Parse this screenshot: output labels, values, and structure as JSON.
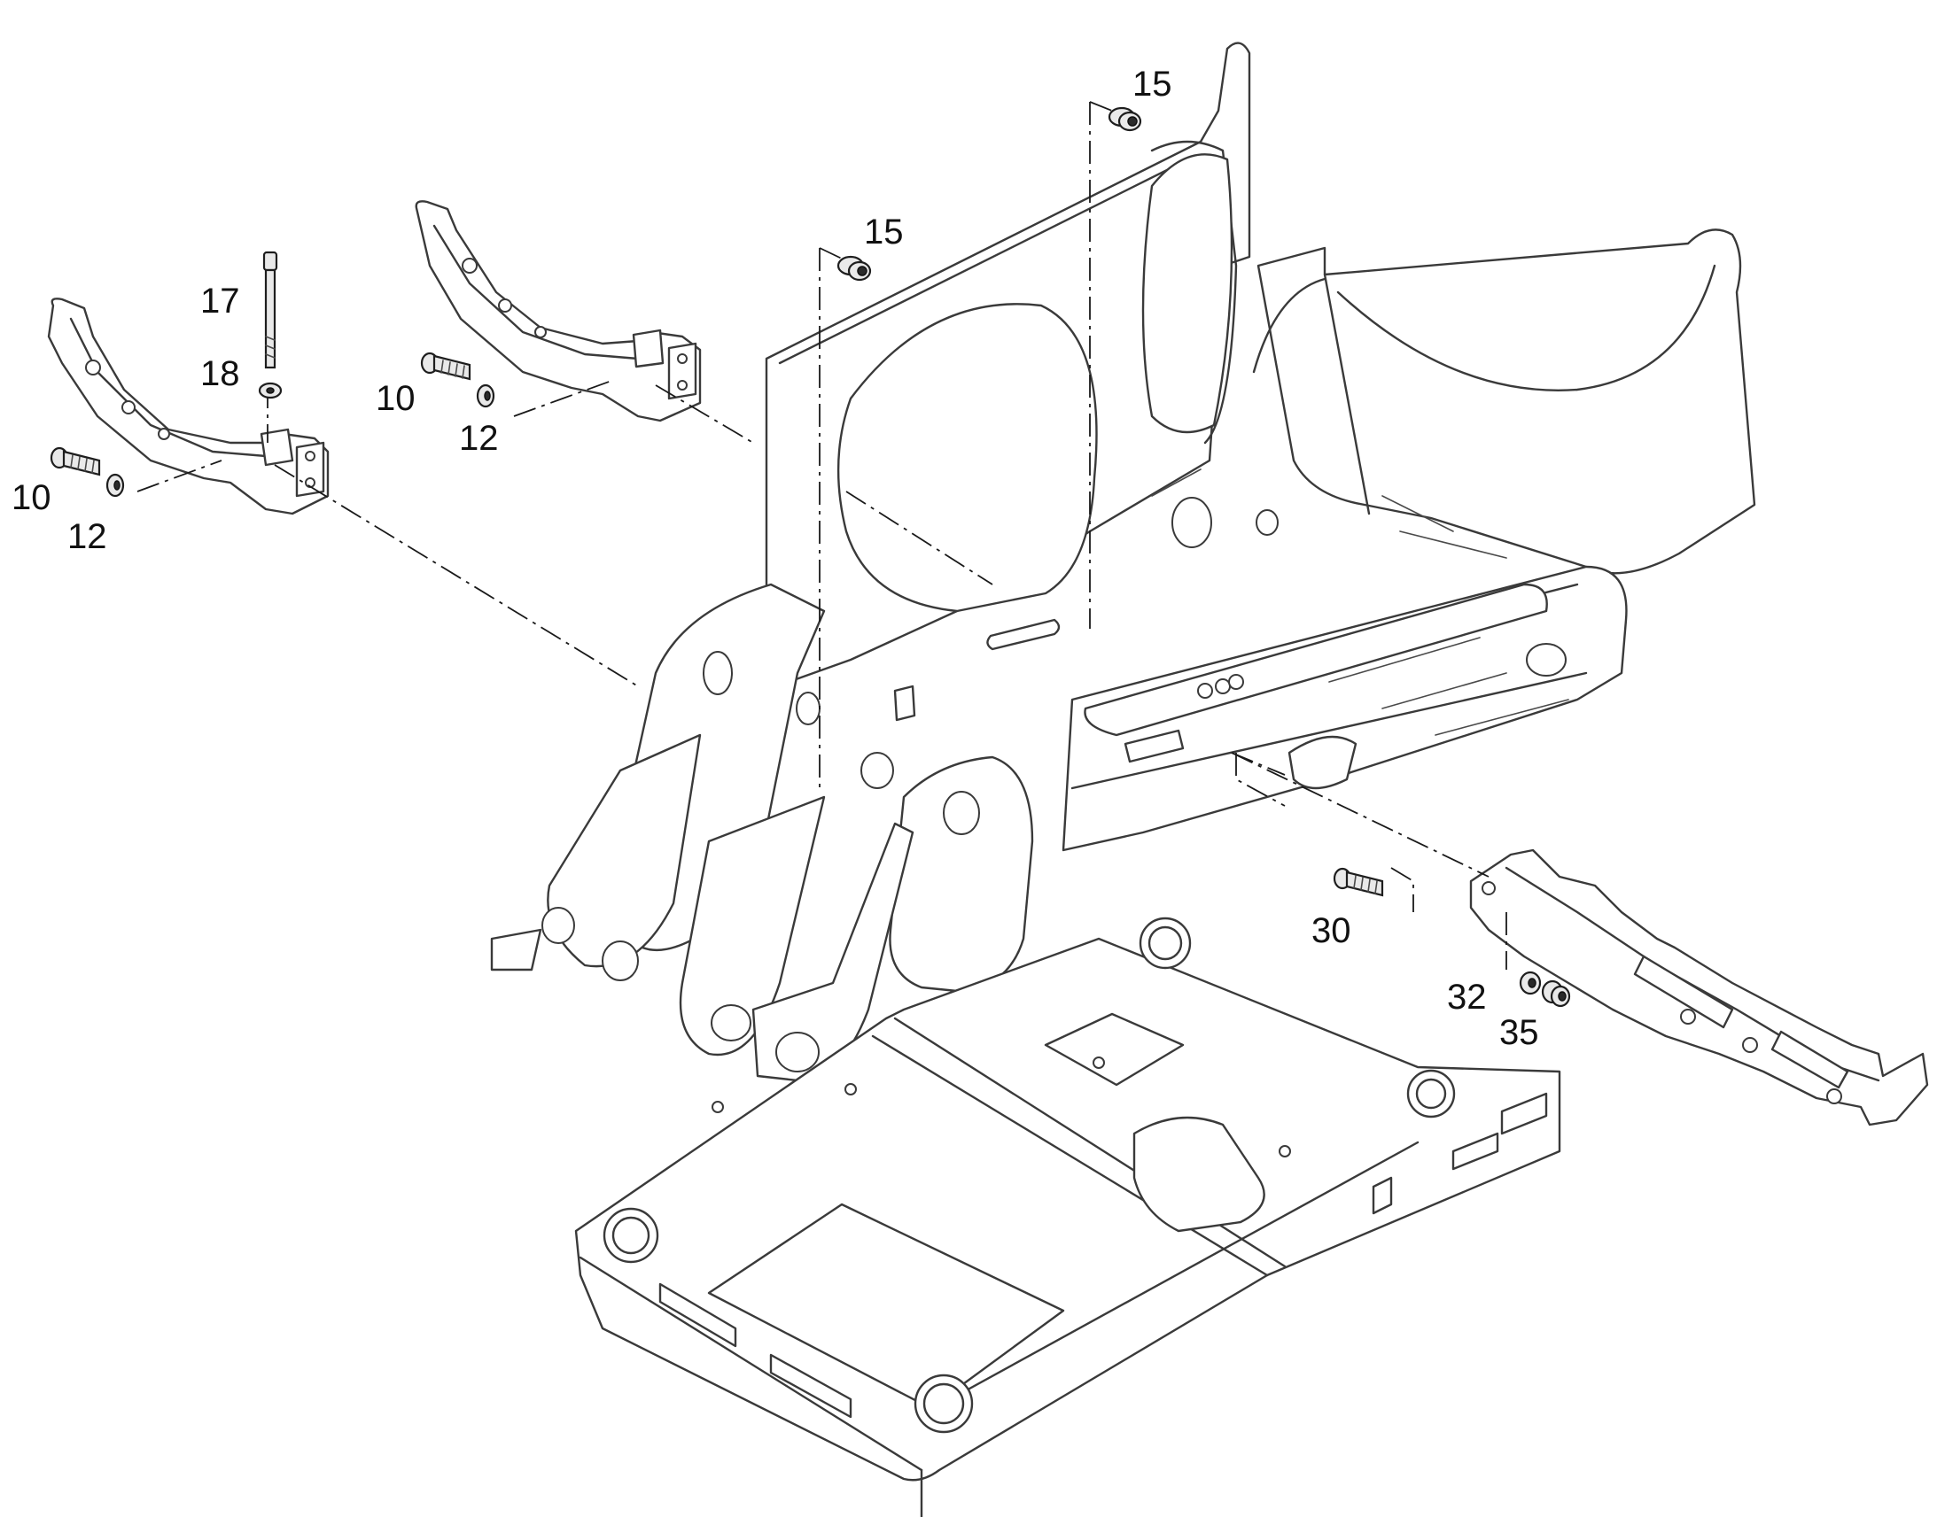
{
  "callouts": {
    "top_right_15": "15",
    "center_15": "15",
    "left_17": "17",
    "left_18": "18",
    "mid_10": "10",
    "mid_12": "12",
    "left_10": "10",
    "left_12": "12",
    "right_30": "30",
    "right_32": "32",
    "right_35": "35"
  },
  "colors": {
    "line": "#3a3a3a",
    "text": "#111111",
    "background": "#ffffff"
  }
}
